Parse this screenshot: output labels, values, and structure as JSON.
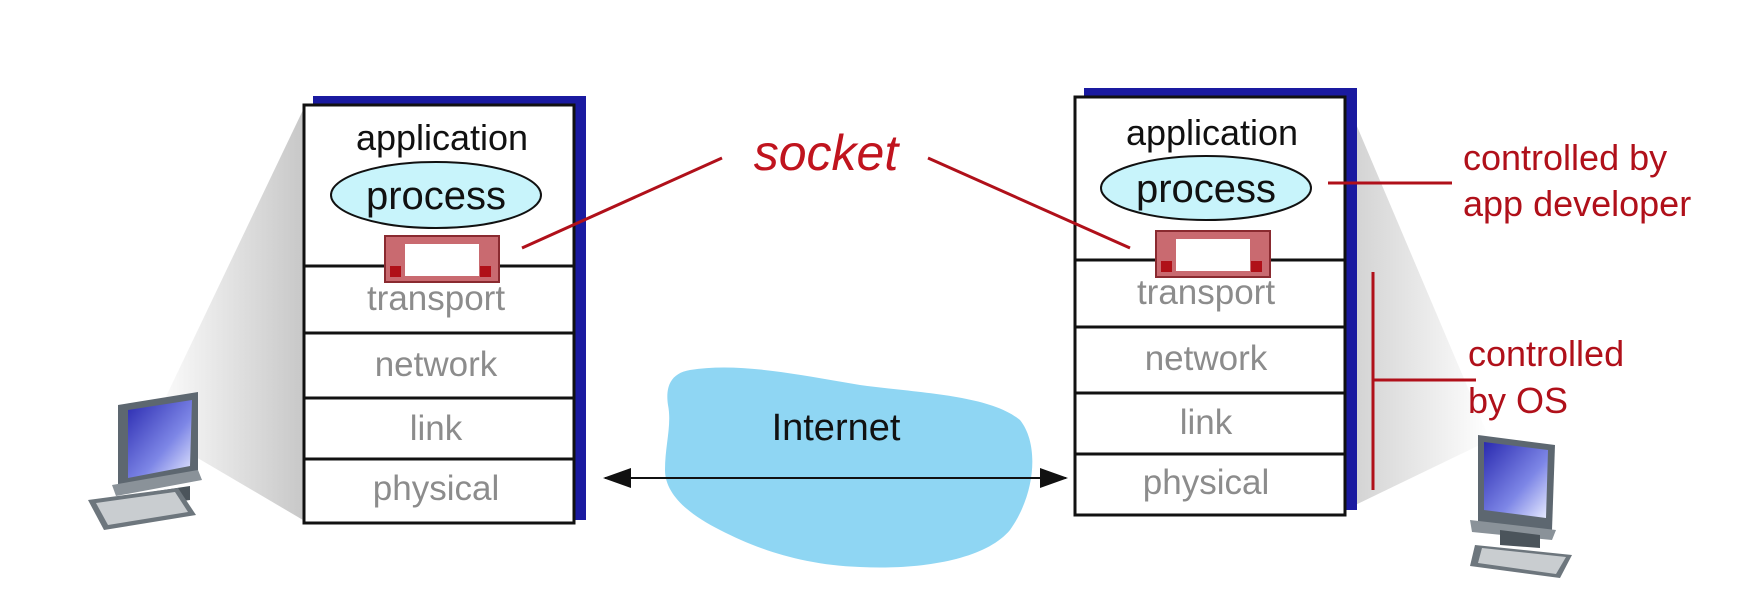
{
  "diagram": {
    "socket_label": "socket",
    "internet_label": "Internet",
    "annotations": {
      "app_developer": [
        "controlled by",
        "app developer"
      ],
      "os": [
        "controlled",
        "by OS"
      ]
    },
    "left_host": {
      "application_label": "application",
      "process_label": "process",
      "layers": [
        "transport",
        "network",
        "link",
        "physical"
      ]
    },
    "right_host": {
      "application_label": "application",
      "process_label": "process",
      "layers": [
        "transport",
        "network",
        "link",
        "physical"
      ]
    },
    "colors": {
      "annotation_red": "#b0101a",
      "socket_fill": "#c96a70",
      "process_fill": "#c8f4fb",
      "cloud_fill": "#8fd6f3",
      "stack_shadow": "#1a1aa0"
    }
  }
}
